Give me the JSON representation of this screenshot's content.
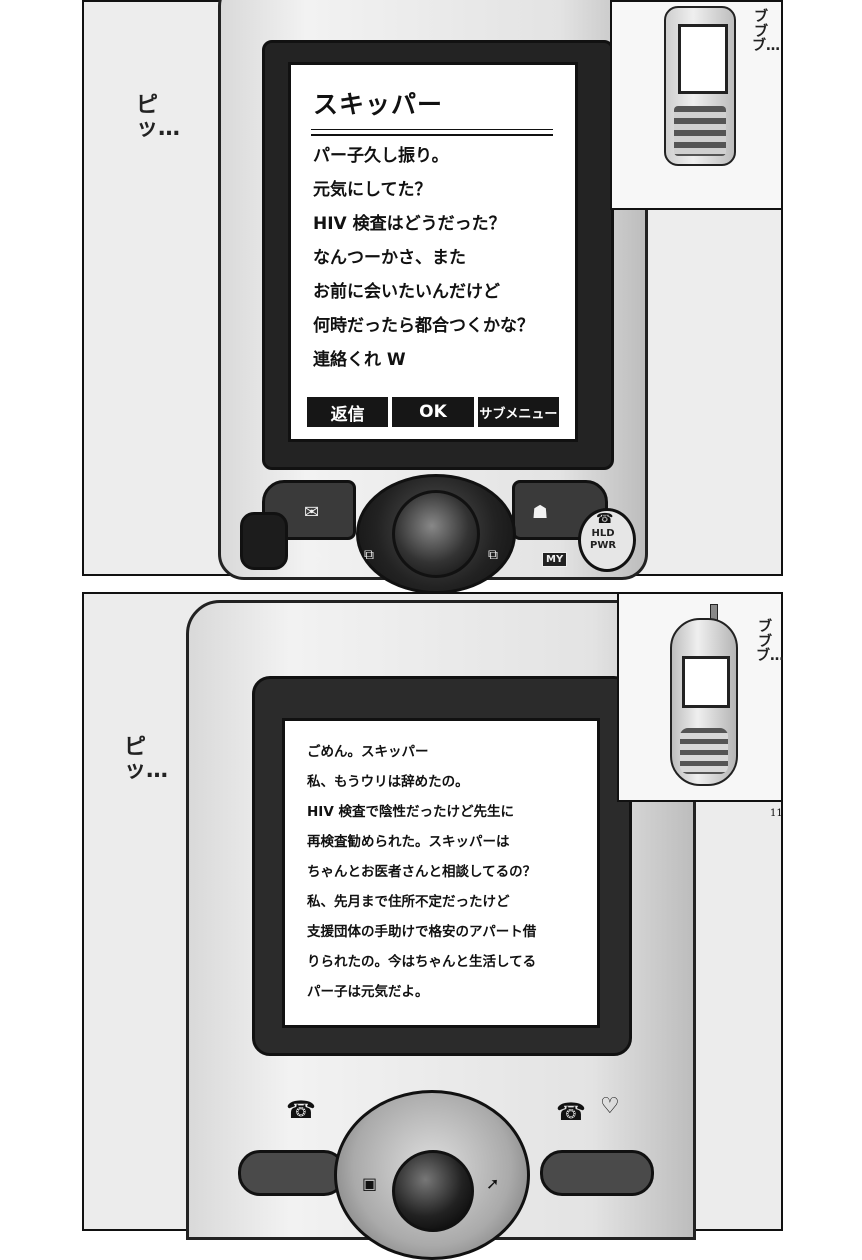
{
  "top_panel": {
    "message": {
      "title": "スキッパー",
      "lines": [
        "パー子久し振り。",
        "元気にしてた？",
        "HIV 検査はどうだった？",
        "なんつーかさ、また",
        "お前に会いたいんだけど",
        "何時だったら都合つくかな？",
        "連絡くれ W"
      ]
    },
    "softkeys": {
      "reply": "返信",
      "ok": "OK",
      "submenu": "サブメニュー"
    },
    "hardware_labels": {
      "my": "MY",
      "hld": "HLD",
      "pwr": "PWR"
    },
    "sfx_beep": "ピッ…",
    "sfx_vibrate": "ブブブ…"
  },
  "bottom_panel": {
    "message": {
      "lines": [
        "ごめん。スキッパー",
        "私、もうウリは辞めたの。",
        "HIV 検査で陰性だったけど先生に",
        "再検査勧められた。スキッパーは",
        "ちゃんとお医者さんと相談してるの？",
        "私、先月まで住所不定だったけど",
        "支援団体の手助けで格安のアパート借",
        "りられたの。今はちゃんと生活してる",
        "パー子は元気だよ。"
      ]
    },
    "sfx_beep": "ピッ…",
    "sfx_vibrate": "ブブブ…"
  },
  "page_number": "11"
}
